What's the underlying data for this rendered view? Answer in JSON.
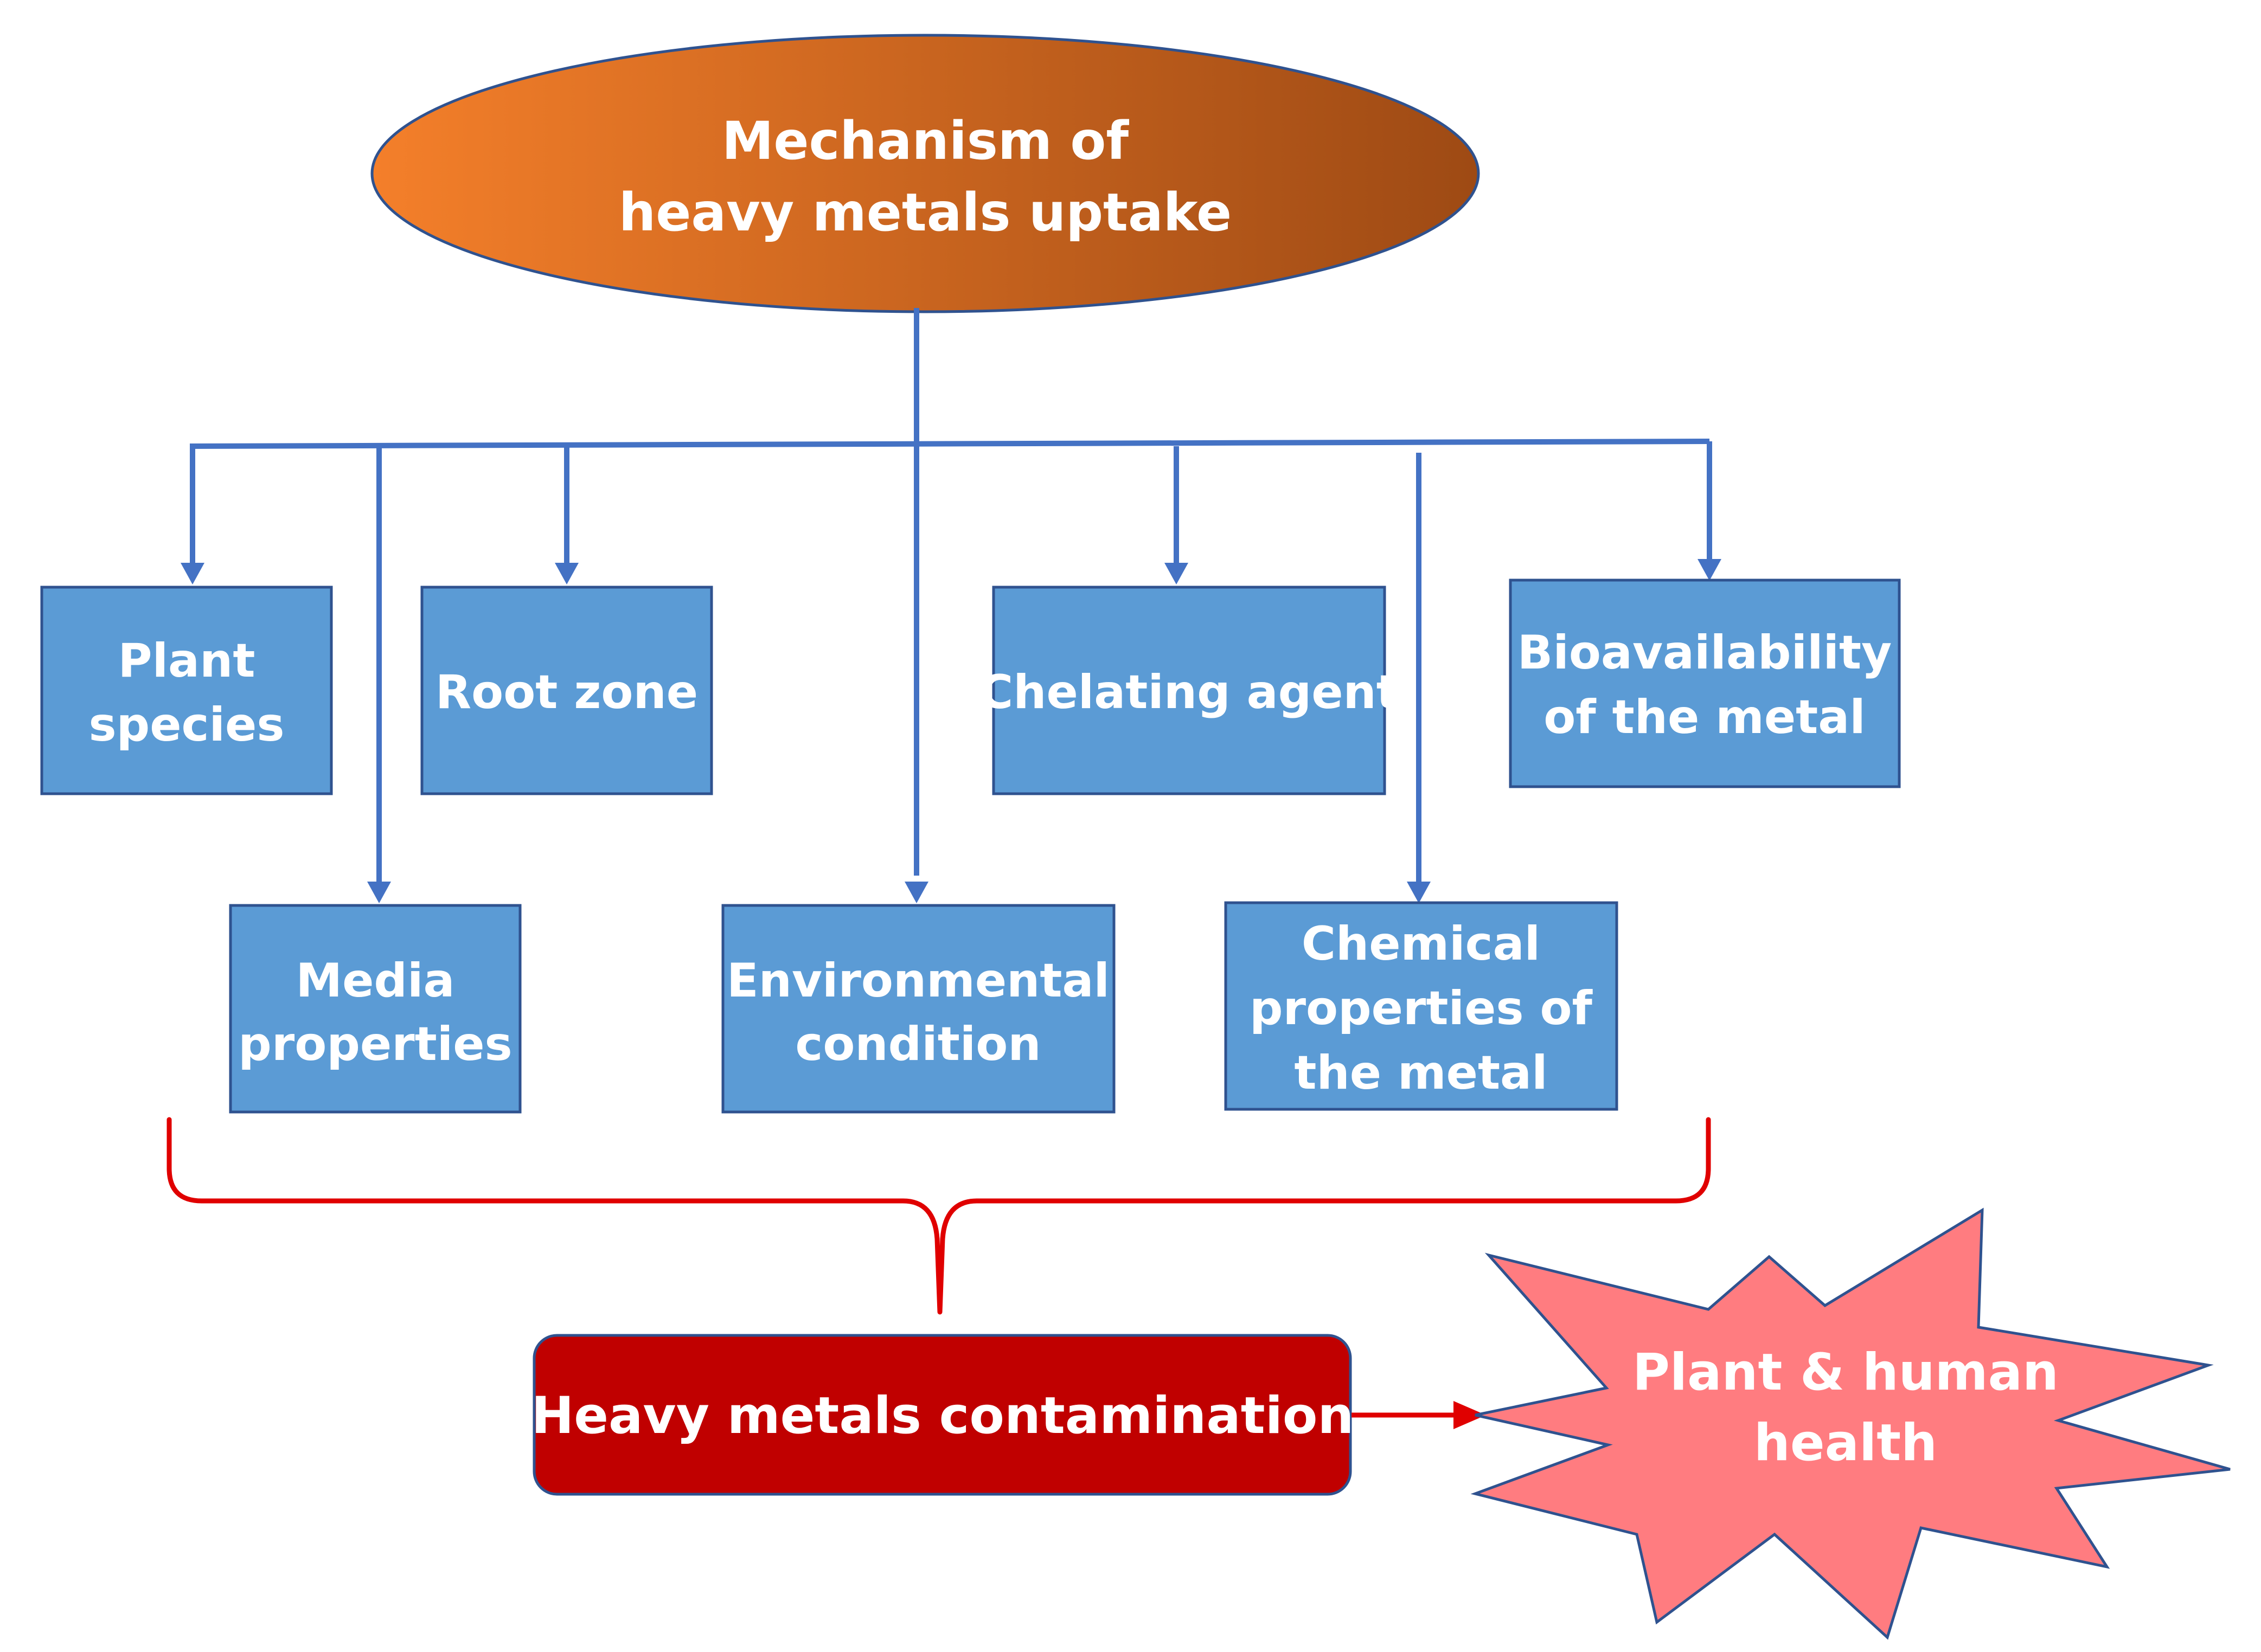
{
  "title": {
    "line1": "Mechanism of",
    "line2": "heavy metals uptake"
  },
  "factors": {
    "plant_species": [
      "Plant",
      "species"
    ],
    "root_zone": [
      "Root zone"
    ],
    "chelating_agent": [
      "Chelating agent"
    ],
    "bioavailability": [
      "Bioavailability",
      "of the metal"
    ],
    "media_properties": [
      "Media",
      "properties"
    ],
    "environmental_condition": [
      "Environmental",
      "condition"
    ],
    "chemical_properties": [
      "Chemical",
      "properties of",
      "the metal"
    ]
  },
  "result": {
    "label": "Heavy metals contamination"
  },
  "effect": {
    "line1": "Plant & human",
    "line2": "health"
  },
  "colors": {
    "title_gradient_start": "#f47f2a",
    "title_gradient_end": "#9e4a14",
    "factor_box": "#5b9bd5",
    "connector": "#4472c4",
    "brace": "#e00000",
    "result_box": "#c00000",
    "effect_star": "#ff7c80"
  }
}
